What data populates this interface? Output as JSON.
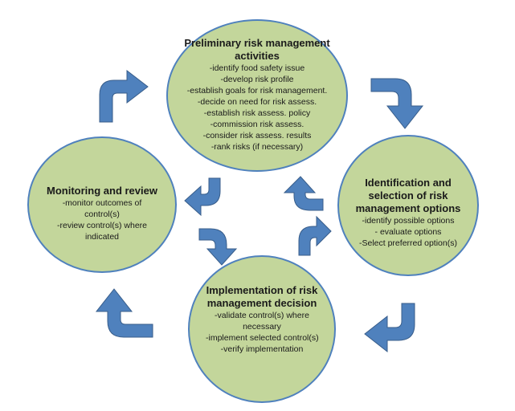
{
  "colors": {
    "circle_fill": "#c3d69b",
    "circle_border": "#4f81bd",
    "arrow": "#4f81bd"
  },
  "nodes": {
    "preliminary": {
      "title": "Preliminary risk management activities",
      "items": [
        "-identify food safety issue",
        "-develop risk profile",
        "-establish goals for risk management.",
        "-decide on need for risk assess.",
        "-establish risk assess. policy",
        "-commission risk assess.",
        "-consider risk assess. results",
        "-rank risks (if necessary)"
      ]
    },
    "identification": {
      "title": "Identification and selection of risk management options",
      "items": [
        "-identify possible options",
        "- evaluate options",
        "-Select preferred option(s)"
      ]
    },
    "implementation": {
      "title": "Implementation of risk management decision",
      "items": [
        "-validate control(s) where necessary",
        "-implement selected control(s)",
        "-verify implementation"
      ]
    },
    "monitoring": {
      "title": "Monitoring and review",
      "items": [
        "-monitor outcomes of control(s)",
        "-review control(s) where indicated"
      ]
    }
  },
  "arrows": [
    "arrow-top-right",
    "arrow-right-down",
    "arrow-bottom-left",
    "arrow-left-up",
    "arrow-inner-1",
    "arrow-inner-2",
    "arrow-inner-3",
    "arrow-inner-4"
  ]
}
